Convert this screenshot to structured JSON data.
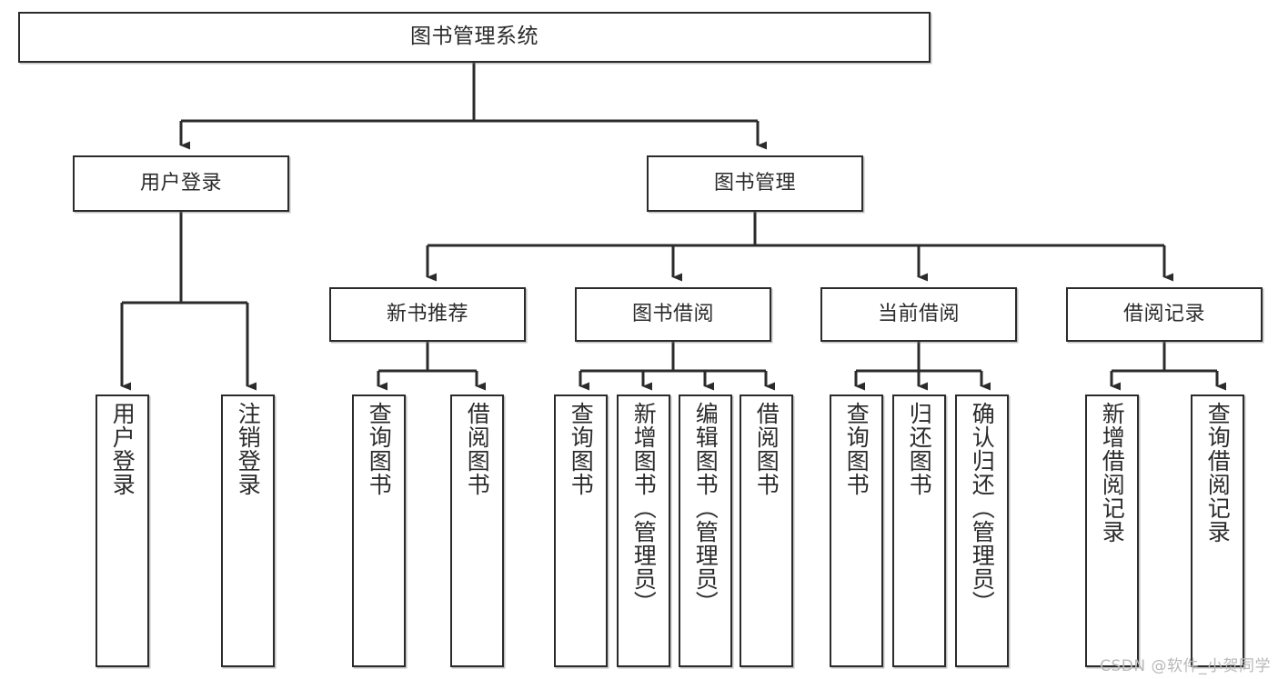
{
  "diagram": {
    "title": "图书管理系统",
    "type": "tree-hierarchy-chart",
    "watermark": "CSDN @软件_小贺同学",
    "colors": {
      "border": "#2b2b2b",
      "background": "#ffffff",
      "text": "#2b2b2b",
      "watermark": "#b8b8b8"
    },
    "root": {
      "label": "图书管理系统"
    },
    "level2": [
      {
        "label": "用户登录"
      },
      {
        "label": "图书管理"
      }
    ],
    "level3": [
      {
        "label": "新书推荐"
      },
      {
        "label": "图书借阅"
      },
      {
        "label": "当前借阅"
      },
      {
        "label": "借阅记录"
      }
    ],
    "leaves": {
      "user_login": [
        {
          "label": "用户登录"
        },
        {
          "label": "注销登录"
        }
      ],
      "new_book_recommend": [
        {
          "label": "查询图书"
        },
        {
          "label": "借阅图书"
        }
      ],
      "book_borrow": [
        {
          "label": "查询图书"
        },
        {
          "label": "新增图书（管理员）"
        },
        {
          "label": "编辑图书（管理员）"
        },
        {
          "label": "借阅图书"
        }
      ],
      "current_borrow": [
        {
          "label": "查询图书"
        },
        {
          "label": "归还图书"
        },
        {
          "label": "确认归还（管理员）"
        }
      ],
      "borrow_record": [
        {
          "label": "新增借阅记录"
        },
        {
          "label": "查询借阅记录"
        }
      ]
    }
  }
}
